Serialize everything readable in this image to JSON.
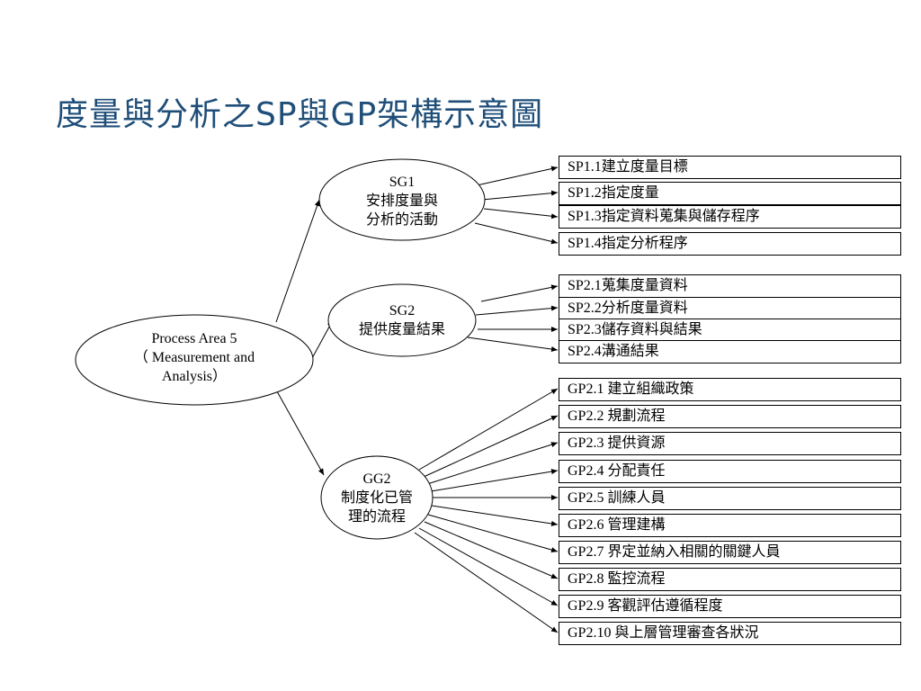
{
  "title": "度量與分析之SP與GP架構示意圖",
  "root": {
    "lines": [
      "Process Area 5",
      "（ Measurement and",
      "Analysis）"
    ]
  },
  "sg1": {
    "lines": [
      "SG1",
      "安排度量與",
      "分析的活動"
    ]
  },
  "sg2": {
    "lines": [
      "SG2",
      "提供度量結果"
    ]
  },
  "gg2": {
    "lines": [
      "GG2",
      "制度化已管",
      "理的流程"
    ]
  },
  "sp1": [
    "SP1.1建立度量目標",
    "SP1.2指定度量",
    "SP1.3指定資料蒐集與儲存程序",
    "SP1.4指定分析程序"
  ],
  "sp2": [
    "SP2.1蒐集度量資料",
    "SP2.2分析度量資料",
    "SP2.3儲存資料與結果",
    "SP2.4溝通結果"
  ],
  "gp2": [
    "GP2.1 建立組織政策",
    "GP2.2 規劃流程",
    "GP2.3 提供資源",
    "GP2.4 分配責任",
    "GP2.5 訓練人員",
    "GP2.6 管理建構",
    "GP2.7 界定並納入相關的關鍵人員",
    "GP2.8 監控流程",
    "GP2.9 客觀評估遵循程度",
    "GP2.10 與上層管理審查各狀況"
  ]
}
